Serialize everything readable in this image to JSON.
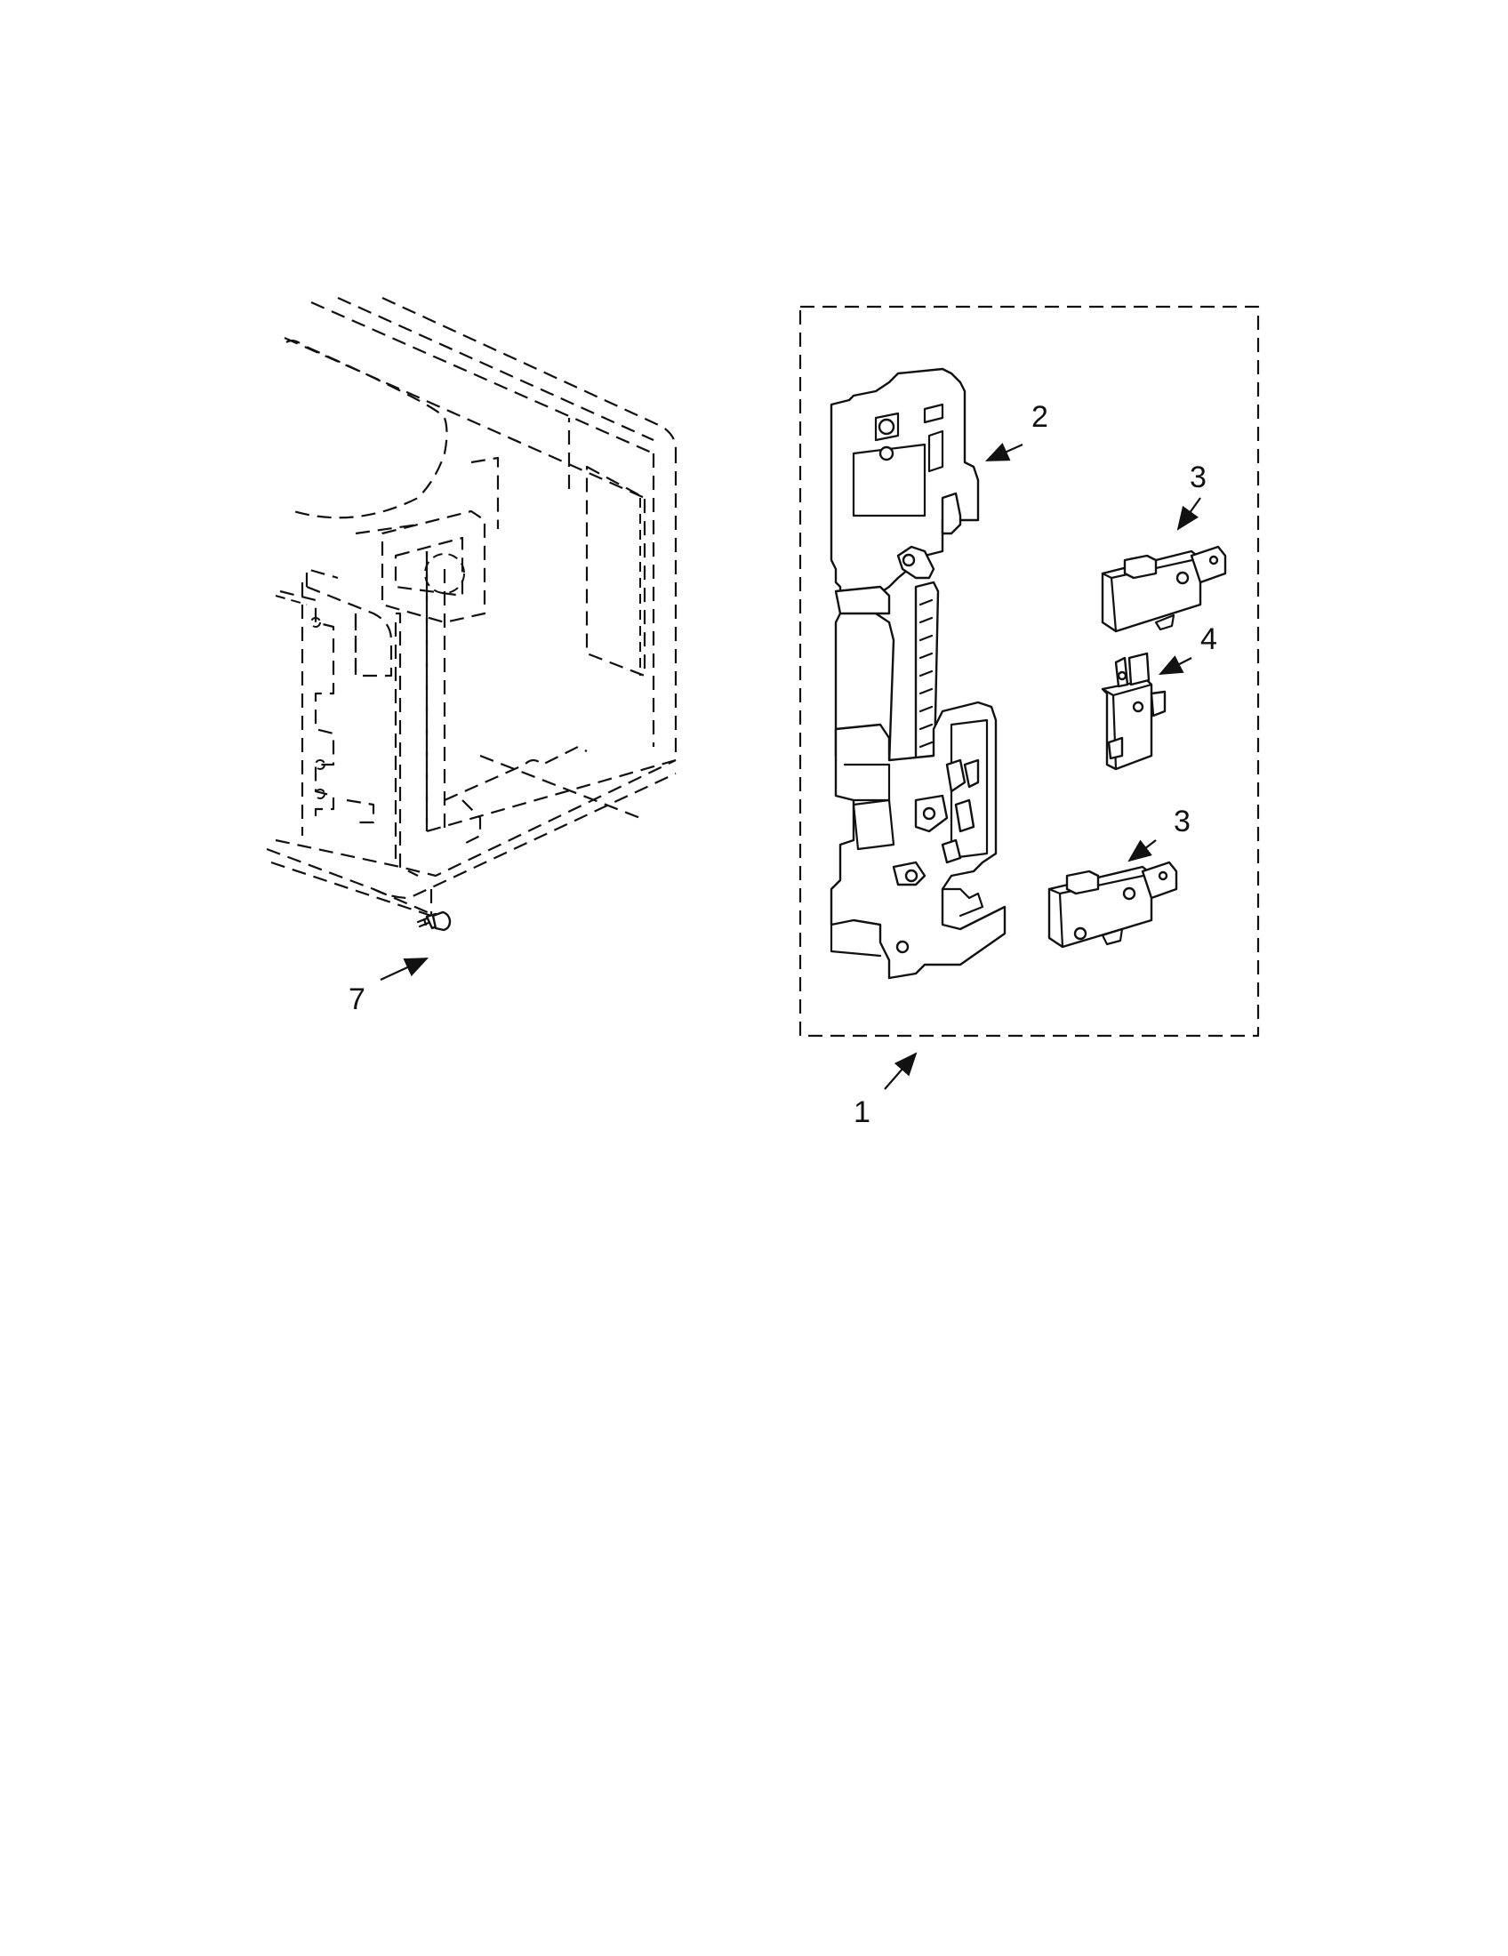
{
  "diagram": {
    "callouts": [
      {
        "id": "1",
        "label": "1"
      },
      {
        "id": "2",
        "label": "2"
      },
      {
        "id": "3a",
        "label": "3"
      },
      {
        "id": "3b",
        "label": "3"
      },
      {
        "id": "4",
        "label": "4"
      },
      {
        "id": "7",
        "label": "7"
      }
    ]
  }
}
